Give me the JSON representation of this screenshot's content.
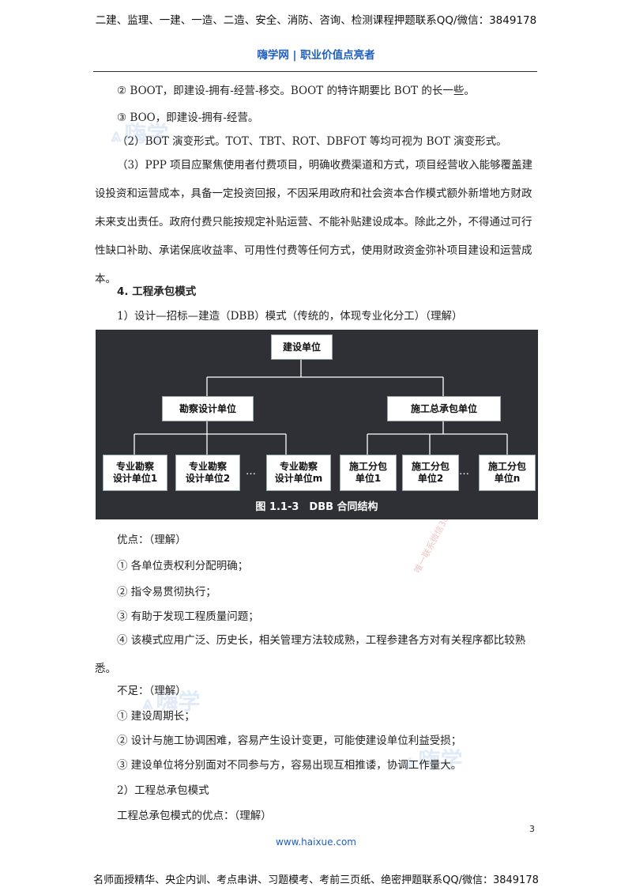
{
  "header": {
    "banner": "二建、监理、一建、一造、二造、安全、消防、咨询、检测课程押题联系QQ/微信：3849178",
    "site": "嗨学网 | 职业价值点亮者"
  },
  "content": {
    "l1": "② BOOT，即建设-拥有-经营-移交。BOOT 的特许期要比 BOT 的长一些。",
    "l2": "③ BOO，即建设-拥有-经营。",
    "l3": "（2）BOT 演变形式。TOT、TBT、ROT、DBFOT 等均可视为 BOT 演变形式。",
    "p3": "（3）PPP 项目应聚焦使用者付费项目，明确收费渠道和方式，项目经营收入能够覆盖建设投资和运营成本，具备一定投资回报，不因采用政府和社会资本合作模式额外新增地方财政未来支出责任。政府付费只能按规定补贴运营、不能补贴建设成本。除此之外，不得通过可行性缺口补助、承诺保底收益率、可用性付费等任何方式，使用财政资金弥补项目建设和运营成本。",
    "heading4": "4. 工程承包模式",
    "dbb_intro": "1）设计—招标—建造（DBB）模式（传统的，体现专业化分工）（理解）",
    "adv_label": "优点：（理解）",
    "adv": [
      "① 各单位责权利分配明确；",
      "② 指令易贯彻执行；",
      "③ 有助于发现工程质量问题；"
    ],
    "adv4": "④ 该模式应用广泛、历史长，相关管理方法较成熟，工程参建各方对有关程序都比较熟悉。",
    "dis_label": "不足：（理解）",
    "dis": [
      "① 建设周期长；",
      "② 设计与施工协调困难，容易产生设计变更，可能使建设单位利益受损；",
      "③ 建设单位将分别面对不同参与方，容易出现互相推诿，协调工作量大。"
    ],
    "gc_heading": "2）工程总承包模式",
    "gc_adv": "工程总承包模式的优点：（理解）"
  },
  "diagram": {
    "root": "建设单位",
    "left": "勘察设计单位",
    "right": "施工总承包单位",
    "leaves_left": [
      "专业勘察\n设计单位1",
      "专业勘察\n设计单位2",
      "专业勘察\n设计单位m"
    ],
    "leaves_right": [
      "施工分包\n单位1",
      "施工分包\n单位2",
      "施工分包\n单位n"
    ],
    "ellipsis": "…",
    "caption": "图 1.1-3　DBB 合同结构"
  },
  "watermarks": {
    "logo": "嗨学",
    "diag": "唯一联系微信3849178"
  },
  "footer": {
    "page": "3",
    "url": "www.haixue.com",
    "banner": "名师面授精华、央企内训、考点串讲、习题模考、考前三页纸、绝密押题联系QQ/微信：3849178"
  }
}
